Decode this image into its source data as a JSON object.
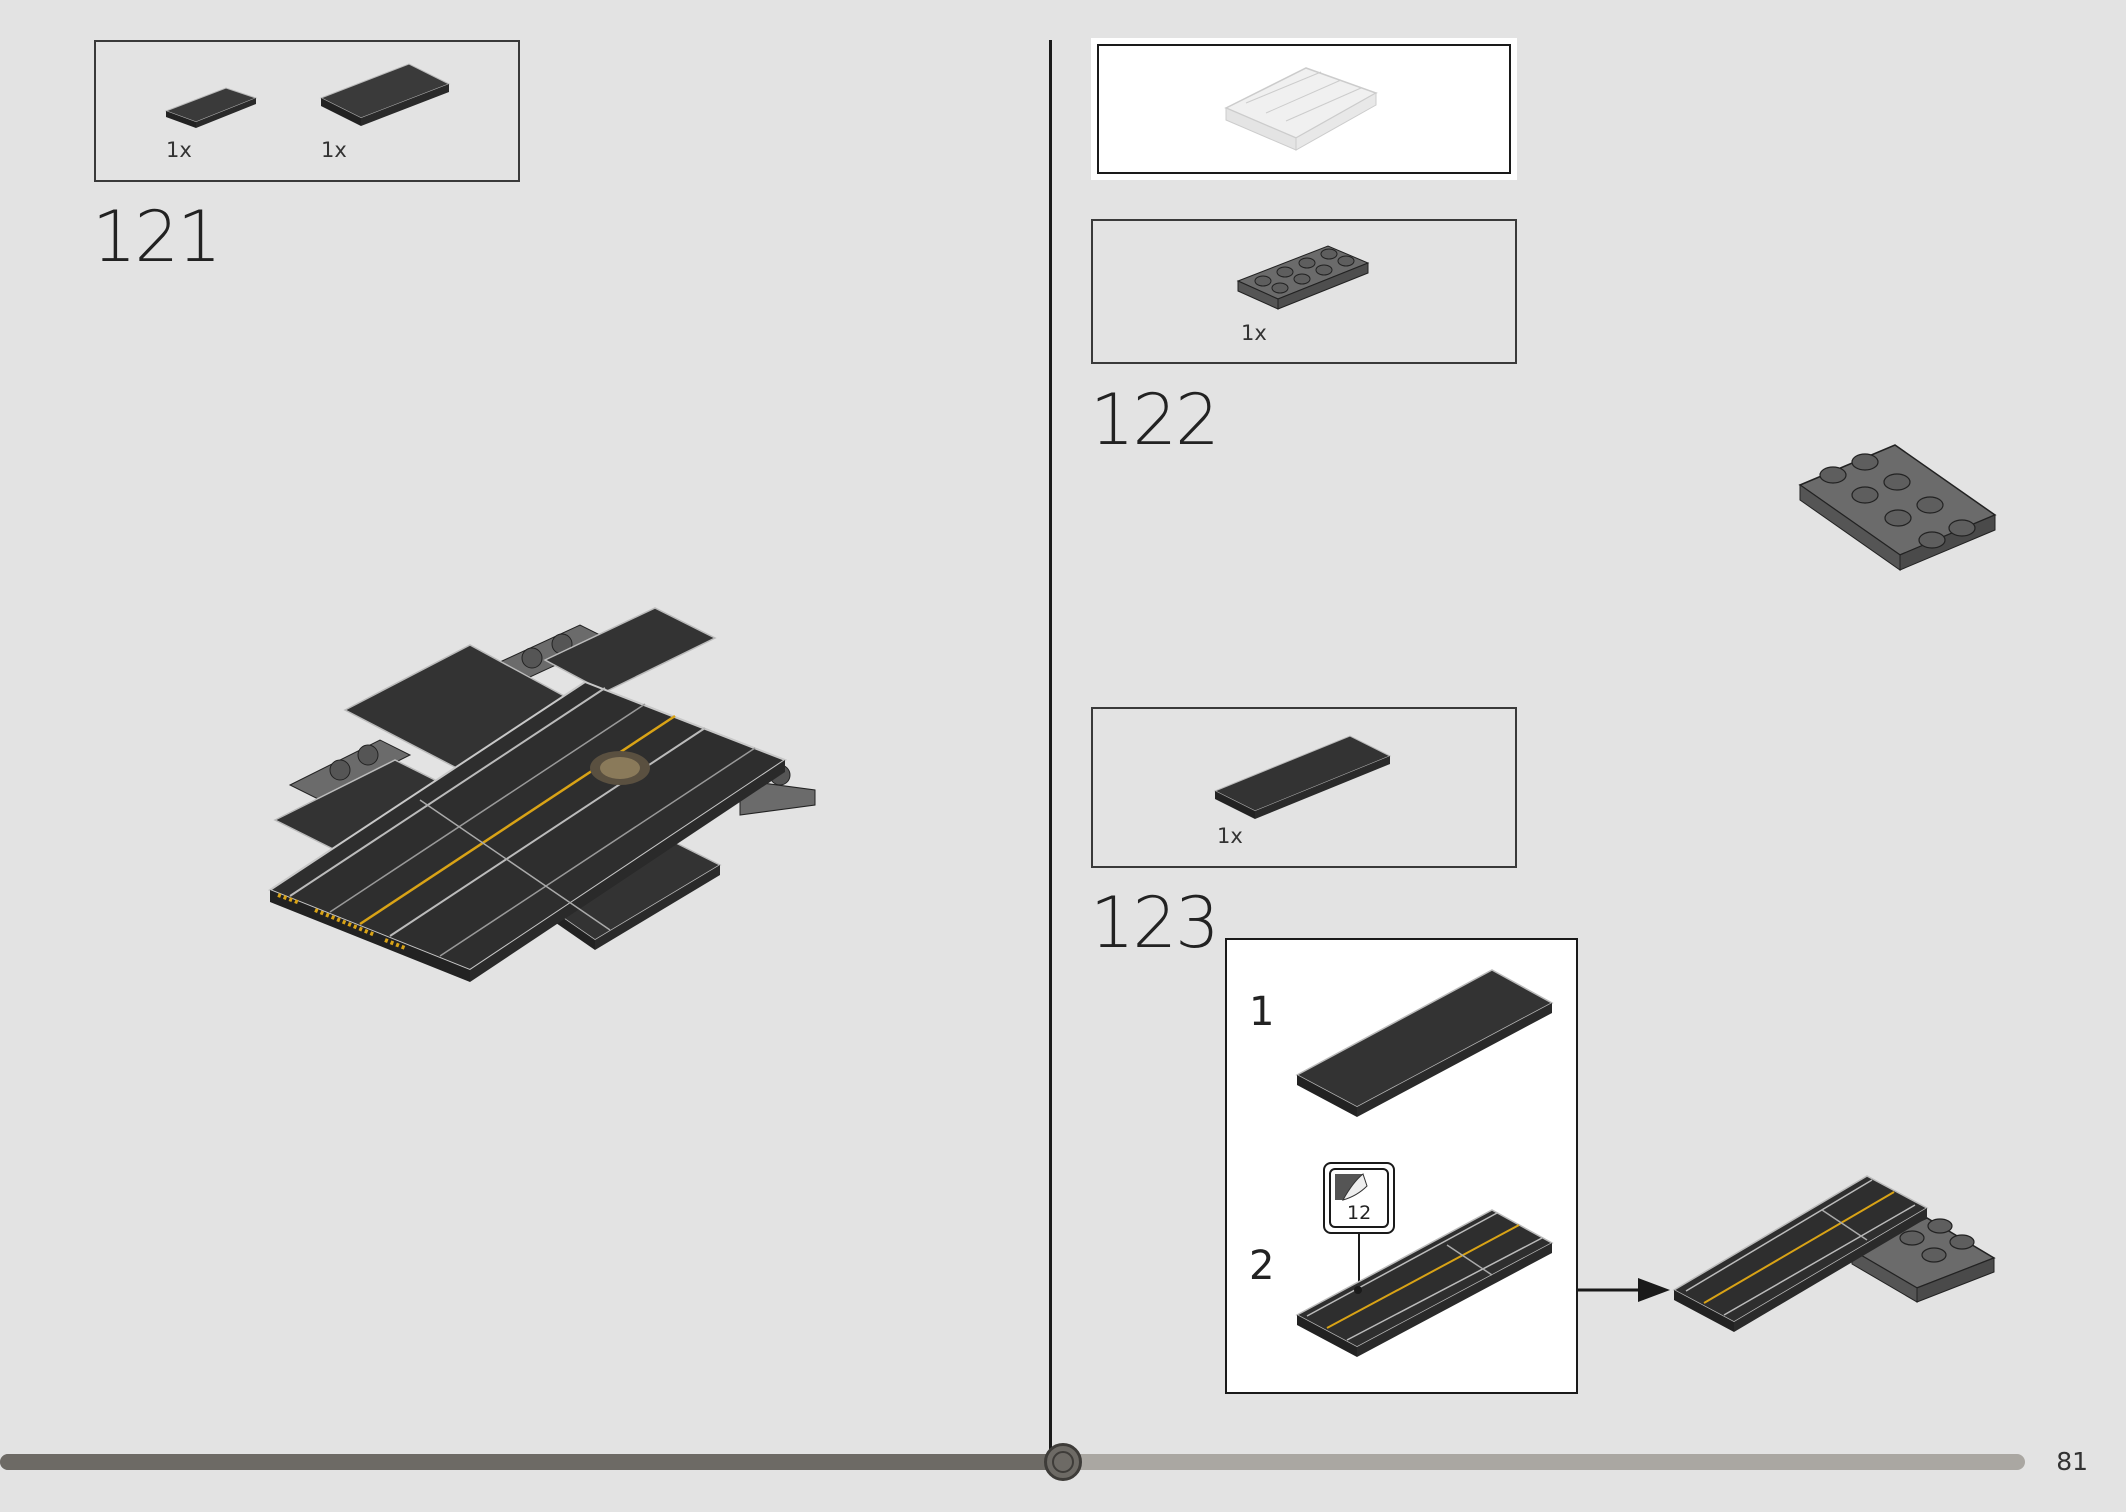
{
  "steps": [
    {
      "number": "121",
      "parts": [
        {
          "qty": "1x",
          "icon": "tile-1x2-dark"
        },
        {
          "qty": "1x",
          "icon": "tile-2x4-dark"
        }
      ]
    },
    {
      "number": "122",
      "parts": [
        {
          "qty": "1x",
          "icon": "plate-2x4-grey"
        }
      ]
    },
    {
      "number": "123",
      "parts": [
        {
          "qty": "1x",
          "icon": "tile-2x6-dark"
        }
      ],
      "substeps": [
        {
          "label": "1"
        },
        {
          "label": "2",
          "sticker": "12"
        }
      ]
    }
  ],
  "page_number": "81",
  "progress": 0.5,
  "colors": {
    "background": "#e3e3e3",
    "tile_dark": "#333333",
    "plate_grey": "#6b6b6b",
    "road_yellow": "#d9a316"
  }
}
